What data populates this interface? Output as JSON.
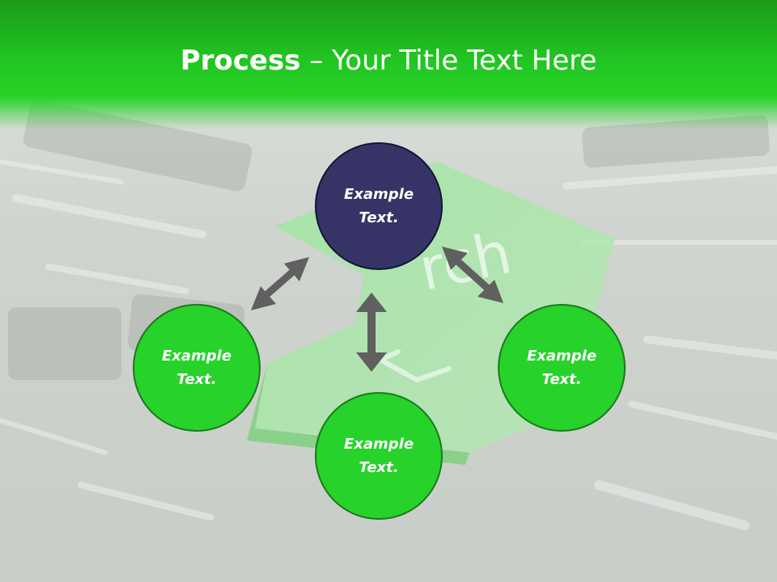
{
  "slide": {
    "title_bold": "Process",
    "title_rest": " – Your Title Text Here"
  },
  "diagram": {
    "nodes": {
      "top": {
        "label": "Example\nText.",
        "color": "#363466"
      },
      "left": {
        "label": "Example\nText.",
        "color": "#27d22b"
      },
      "right": {
        "label": "Example\nText.",
        "color": "#27d22b"
      },
      "bottom": {
        "label": "Example\nText.",
        "color": "#27d22b"
      }
    },
    "connector_color": "#606060",
    "background_text": "rch"
  }
}
